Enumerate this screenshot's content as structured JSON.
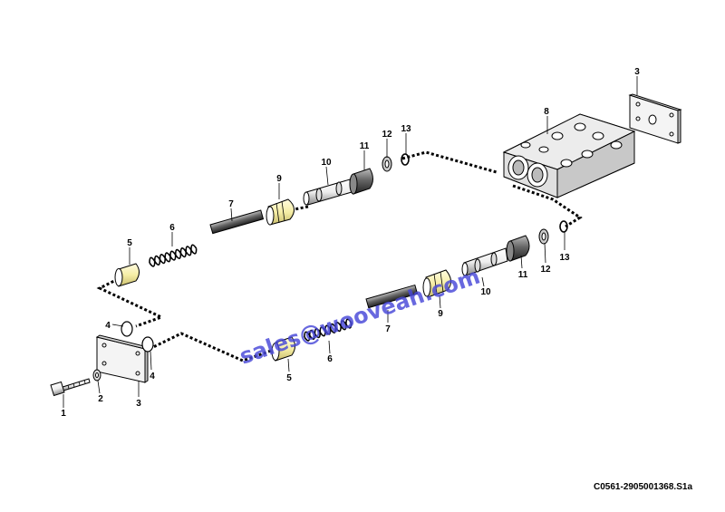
{
  "labels": {
    "p1": "1",
    "p2": "2",
    "p3": "3",
    "p4": "4",
    "p5": "5",
    "p6": "6",
    "p7": "7",
    "p8": "8",
    "p9": "9",
    "p10": "10",
    "p11": "11",
    "p12": "12",
    "p13": "13"
  },
  "watermark": "sales@wooveah.com",
  "drawing_code": "C0561-2905001368.S1a"
}
